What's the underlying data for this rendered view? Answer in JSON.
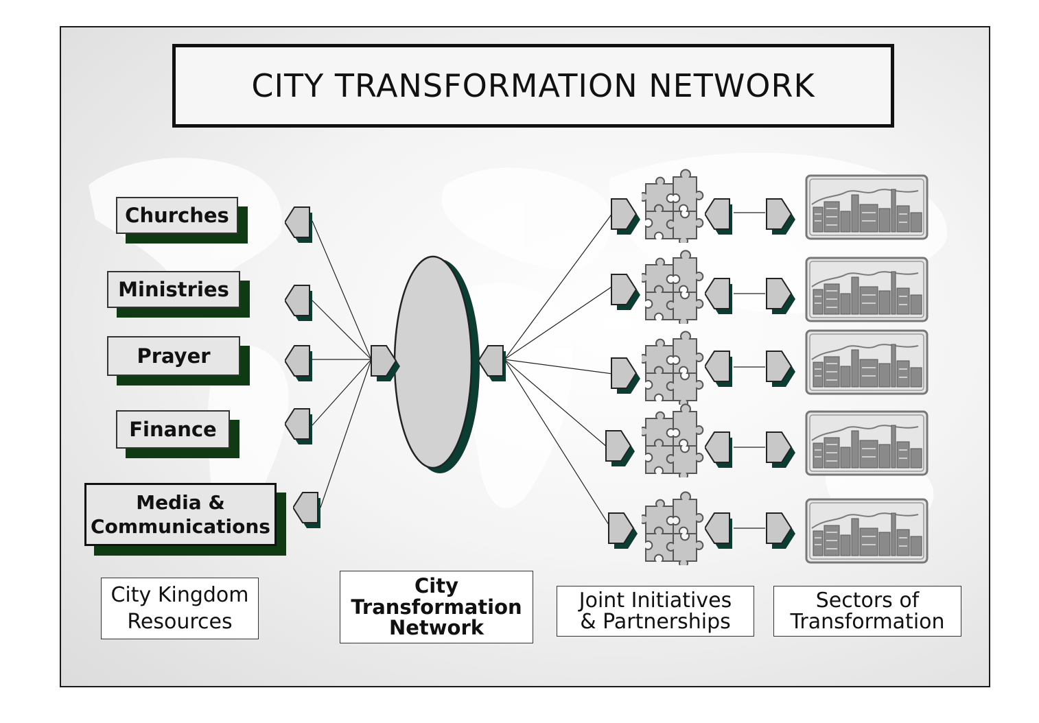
{
  "title": "CITY TRANSFORMATION NETWORK",
  "resources": [
    "Churches",
    "Ministries",
    "Prayer",
    "Finance",
    "Media &\nCommunications"
  ],
  "captions": {
    "resources": "City Kingdom\nResources",
    "network": "City\nTransformation\nNetwork",
    "initiatives": "Joint Initiatives\n& Partnerships",
    "sectors": "Sectors of\nTransformation"
  },
  "colors": {
    "shadow": "#0f3a14",
    "arrow_fill": "#c8c8c8",
    "arrow_shadow": "#0b3d33",
    "hub_fill": "#d2d2d2"
  },
  "icons": {
    "initiative": "puzzle-pieces-icon",
    "sector": "city-skyline-icon",
    "connector": "pentagon-arrow-icon"
  }
}
